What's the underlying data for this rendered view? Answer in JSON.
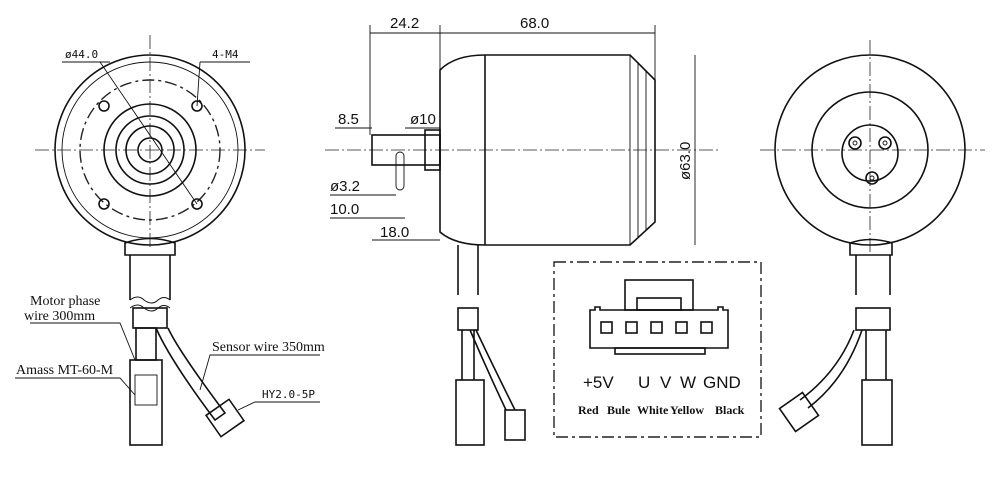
{
  "front_view": {
    "dia_label": "ø44.0",
    "holes_label": "4-M4"
  },
  "side_view": {
    "dims": {
      "shaft_ext": "24.2",
      "body_len": "68.0",
      "d1": "8.5",
      "shaft_dia": "ø10",
      "body_dia": "ø63.0",
      "key_dia": "ø3.2",
      "d2": "10.0",
      "d3": "18.0"
    }
  },
  "wires": {
    "phase": [
      "Motor phase",
      "wire 300mm"
    ],
    "phase_connector": "Amass MT-60-M",
    "sensor": "Sensor wire 350mm",
    "sensor_connector": "HY2.0-5P"
  },
  "pinout": {
    "pins": [
      "+5V",
      "U",
      "V",
      "W",
      "GND"
    ],
    "colors": [
      "Red",
      "Bule",
      "White",
      "Yellow",
      "Black"
    ]
  }
}
